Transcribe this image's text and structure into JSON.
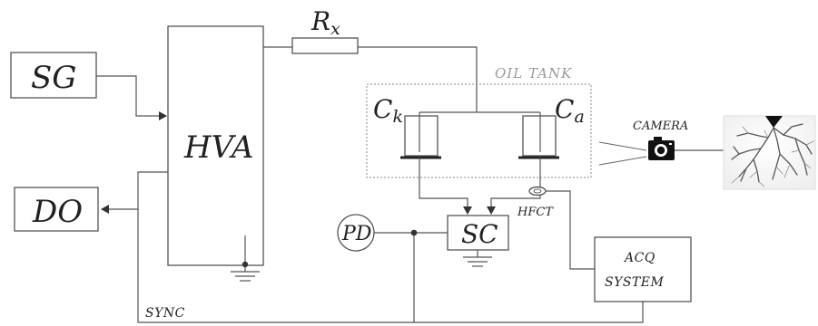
{
  "labels": {
    "sg": "SG",
    "hva": "HVA",
    "do": "DO",
    "rx": "R",
    "rx_sub": "x",
    "oil_tank": "OIL TANK",
    "ck": "C",
    "ck_sub": "k",
    "ca": "C",
    "ca_sub": "a",
    "camera": "CAMERA",
    "pd": "PD",
    "sc": "SC",
    "hfct": "HFCT",
    "acq_line1": "ACQ",
    "acq_line2": "SYSTEM",
    "sync": "SYNC"
  }
}
